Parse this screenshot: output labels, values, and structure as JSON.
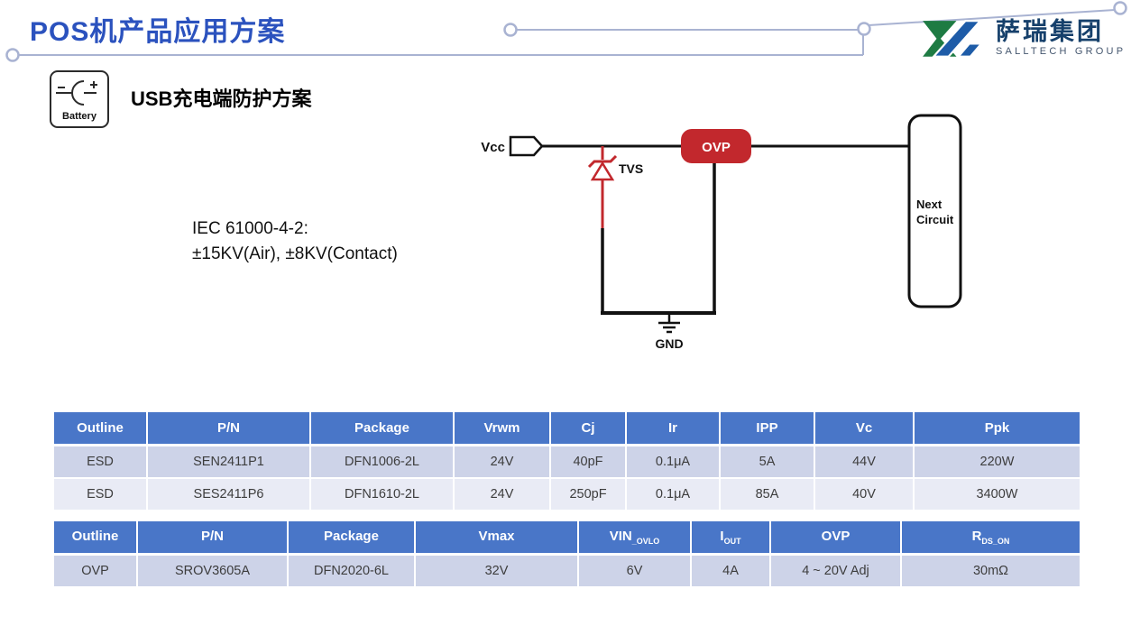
{
  "colors": {
    "accent-blue": "#2B52BE",
    "deco-line": "#A9B3D2",
    "logo-green": "#1E7B43",
    "logo-blue": "#1E5CA8",
    "logo-navy": "#16406B",
    "red": "#C2282D",
    "table-header-bg": "#4976C8",
    "row-dark": "#CDD3E8",
    "row-light": "#E9EBF5"
  },
  "header": {
    "title": "POS机产品应用方案",
    "logo_cn": "萨瑞集团",
    "logo_en": "SALLTECH GROUP"
  },
  "section": {
    "battery_label": "Battery",
    "title": "USB充电端防护方案",
    "iec_line1": "IEC 61000-4-2:",
    "iec_line2": "±15KV(Air), ±8KV(Contact)"
  },
  "circuit": {
    "vcc_label": "Vcc",
    "tvs_label": "TVS",
    "ovp_label": "OVP",
    "next_circuit_line1": "Next",
    "next_circuit_line2": "Circuit",
    "gnd_label": "GND"
  },
  "table1": {
    "headers": [
      "Outline",
      "P/N",
      "Package",
      "Vrwm",
      "Cj",
      "Ir",
      "IPP",
      "Vc",
      "Ppk"
    ],
    "rows": [
      [
        "ESD",
        "SEN2411P1",
        "DFN1006-2L",
        "24V",
        "40pF",
        "0.1μA",
        "5A",
        "44V",
        "220W"
      ],
      [
        "ESD",
        "SES2411P6",
        "DFN1610-2L",
        "24V",
        "250pF",
        "0.1μA",
        "85A",
        "40V",
        "3400W"
      ]
    ]
  },
  "table2": {
    "headers": [
      {
        "base": "Outline",
        "sub": ""
      },
      {
        "base": "P/N",
        "sub": ""
      },
      {
        "base": "Package",
        "sub": ""
      },
      {
        "base": "Vmax",
        "sub": ""
      },
      {
        "base": "VIN",
        "sub": "_OVLO"
      },
      {
        "base": "I",
        "sub": "OUT"
      },
      {
        "base": "OVP",
        "sub": ""
      },
      {
        "base": "R",
        "sub": "DS_ON"
      }
    ],
    "rows": [
      [
        "OVP",
        "SROV3605A",
        "DFN2020-6L",
        "32V",
        "6V",
        "4A",
        "4 ~ 20V Adj",
        "30mΩ"
      ]
    ]
  }
}
